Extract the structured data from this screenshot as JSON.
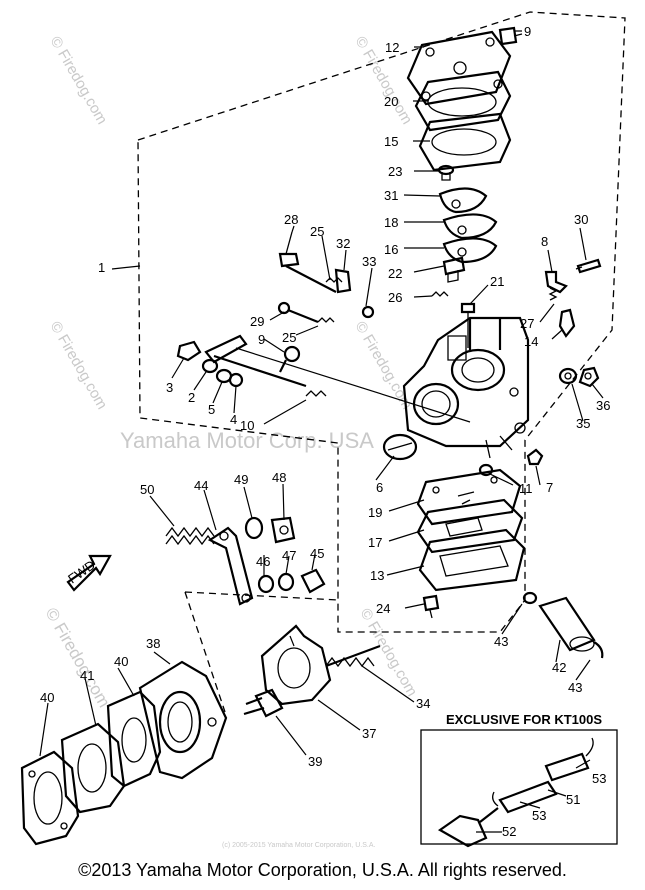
{
  "watermarks": {
    "site": "© Firedog.com",
    "center": "Yamaha Motor Corp. USA",
    "small_copyright": "(c) 2005-2015 Yamaha Motor Corporation, U.S.A."
  },
  "exclusive_label": "EXCLUSIVE FOR KT100S",
  "fwd_label": "FWD",
  "copyright": "©2013 Yamaha Motor Corporation, U.S.A. All rights reserved.",
  "callouts": [
    "1",
    "2",
    "3",
    "4",
    "5",
    "6",
    "7",
    "8",
    "9",
    "9",
    "10",
    "11",
    "12",
    "13",
    "14",
    "15",
    "16",
    "17",
    "18",
    "19",
    "20",
    "21",
    "22",
    "23",
    "24",
    "25",
    "25",
    "26",
    "27",
    "28",
    "29",
    "30",
    "31",
    "32",
    "33",
    "34",
    "35",
    "36",
    "37",
    "38",
    "39",
    "40",
    "40",
    "41",
    "42",
    "43",
    "43",
    "44",
    "45",
    "46",
    "47",
    "48",
    "49",
    "50",
    "51",
    "52",
    "53",
    "53"
  ]
}
